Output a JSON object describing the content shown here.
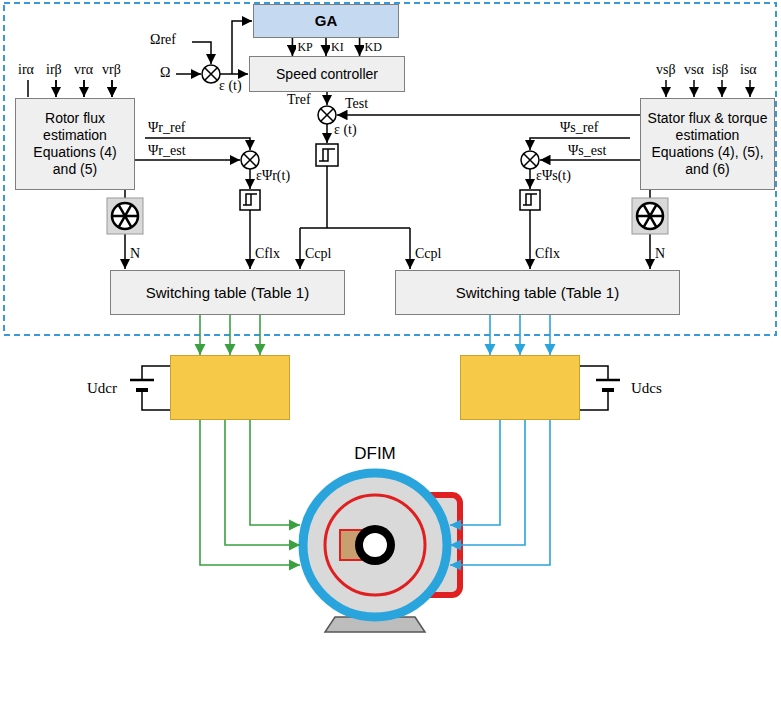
{
  "diagram": {
    "nodes": [
      {
        "text": [
          "GA"
        ]
      },
      {
        "text": [
          "Speed controller"
        ]
      },
      {
        "text": [
          "Rotor flux estimation Equations (4) and (5)"
        ]
      },
      {
        "text": [
          "Stator flux & torque estimation Equations (4), (5), and (6)"
        ]
      },
      {
        "text": [
          "Switching table (Table 1)"
        ]
      },
      {
        "text": [
          "Switching table (Table 1)"
        ]
      },
      {
        "text": [
          "Udcr"
        ]
      },
      {
        "text": [
          "Udcs"
        ]
      },
      {
        "text": [
          "DFIM"
        ]
      }
    ],
    "edges": [
      {
        "from": 0,
        "to": 1,
        "label": "KP",
        "arrow": "to"
      },
      {
        "from": 0,
        "to": 1,
        "label": "KI",
        "arrow": "to"
      },
      {
        "from": 0,
        "to": 1,
        "label": "KD",
        "arrow": "to"
      },
      {
        "from": 4,
        "to": 6,
        "arrow": "to"
      },
      {
        "from": 5,
        "to": 7,
        "arrow": "to"
      },
      {
        "from": 6,
        "to": 8,
        "arrow": "to"
      },
      {
        "from": 7,
        "to": 8,
        "arrow": "to"
      }
    ],
    "labels": [
      "Ωref",
      "Ω",
      "ε (t)",
      "Tref",
      "Test",
      "ε (t)",
      "Ψr_ref",
      "Ψr_est",
      "εΨr(t)",
      "Ψs_ref",
      "Ψs_est",
      "εΨs(t)",
      "irα",
      "irβ",
      "vrα",
      "vrβ",
      "vsβ",
      "vsα",
      "isβ",
      "isα",
      "N",
      "Cflx",
      "Ccpl",
      "Ccpl",
      "Cflx",
      "N"
    ]
  }
}
